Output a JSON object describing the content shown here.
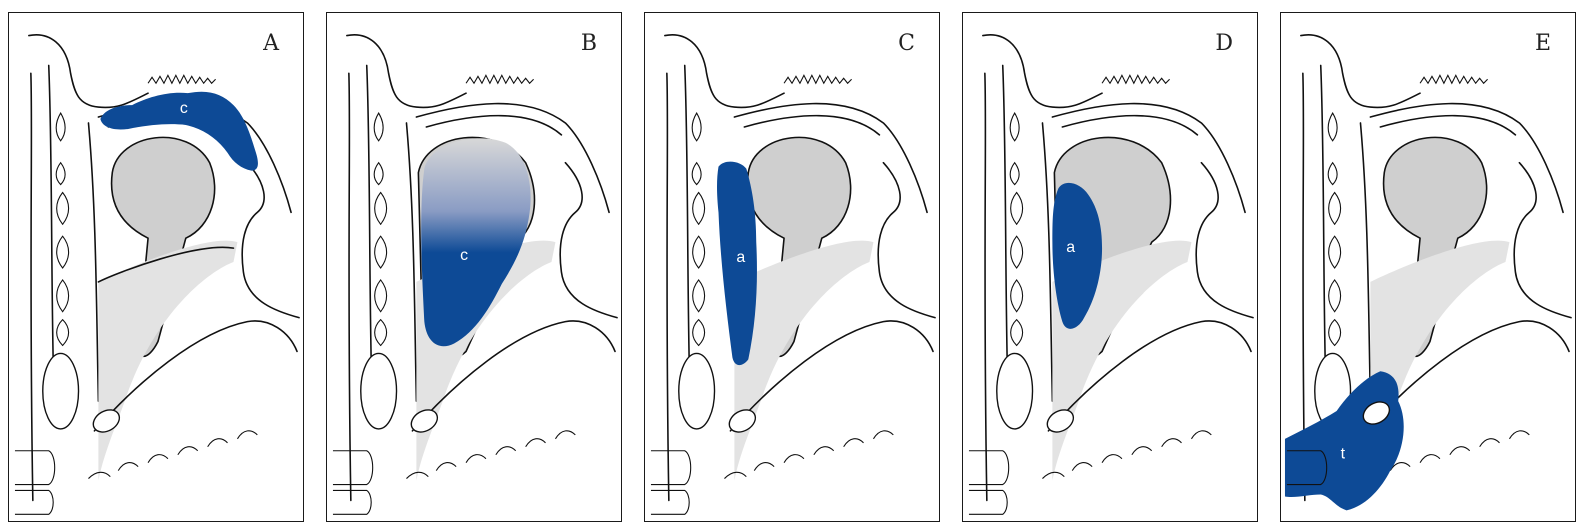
{
  "panels": [
    {
      "letter": "A",
      "mass_label": "c",
      "mass_color": "#0d4a96",
      "mass_site": "orbital-roof"
    },
    {
      "letter": "B",
      "mass_label": "c",
      "mass_color": "#0d4a96",
      "mass_site": "intraconal"
    },
    {
      "letter": "C",
      "mass_label": "a",
      "mass_color": "#0d4a96",
      "mass_site": "medial-extraconal"
    },
    {
      "letter": "D",
      "mass_label": "a",
      "mass_color": "#0d4a96",
      "mass_site": "intraconal-medial"
    },
    {
      "letter": "E",
      "mass_label": "t",
      "mass_color": "#0d4a96",
      "mass_site": "orbital-apex-floor"
    }
  ]
}
